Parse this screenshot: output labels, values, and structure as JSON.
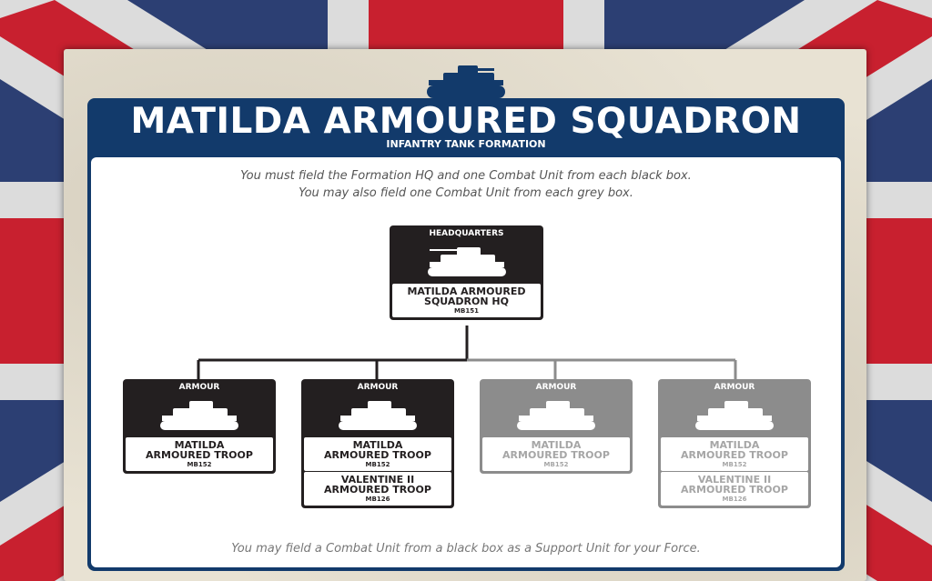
{
  "title": "MATILDA ARMOURED SQUADRON",
  "subtitle": "INFANTRY TANK FORMATION",
  "instructions": {
    "line1": "You must field the Formation HQ and one Combat Unit from each black box.",
    "line2": "You may also field one Combat Unit from each grey box."
  },
  "footer_note": "You may field a Combat Unit from a black box as a Support Unit for your Force.",
  "colors": {
    "navy": "#123a6b",
    "black_box": "#231f20",
    "grey_box": "#8c8c8c",
    "parchment": "#e8e2d3"
  },
  "hq": {
    "header": "HEADQUARTERS",
    "unit": {
      "name_line1": "MATILDA ARMOURED",
      "name_line2": "SQUADRON HQ",
      "code": "MB151"
    }
  },
  "boxes": [
    {
      "header": "ARMOUR",
      "style": "black",
      "units": [
        {
          "name_line1": "MATILDA",
          "name_line2": "ARMOURED TROOP",
          "code": "MB152"
        }
      ]
    },
    {
      "header": "ARMOUR",
      "style": "black",
      "units": [
        {
          "name_line1": "MATILDA",
          "name_line2": "ARMOURED TROOP",
          "code": "MB152"
        },
        {
          "name_line1": "VALENTINE II",
          "name_line2": "ARMOURED TROOP",
          "code": "MB126"
        }
      ]
    },
    {
      "header": "ARMOUR",
      "style": "grey",
      "units": [
        {
          "name_line1": "MATILDA",
          "name_line2": "ARMOURED TROOP",
          "code": "MB152"
        }
      ]
    },
    {
      "header": "ARMOUR",
      "style": "grey",
      "units": [
        {
          "name_line1": "MATILDA",
          "name_line2": "ARMOURED TROOP",
          "code": "MB152"
        },
        {
          "name_line1": "VALENTINE II",
          "name_line2": "ARMOURED TROOP",
          "code": "MB126"
        }
      ]
    }
  ]
}
